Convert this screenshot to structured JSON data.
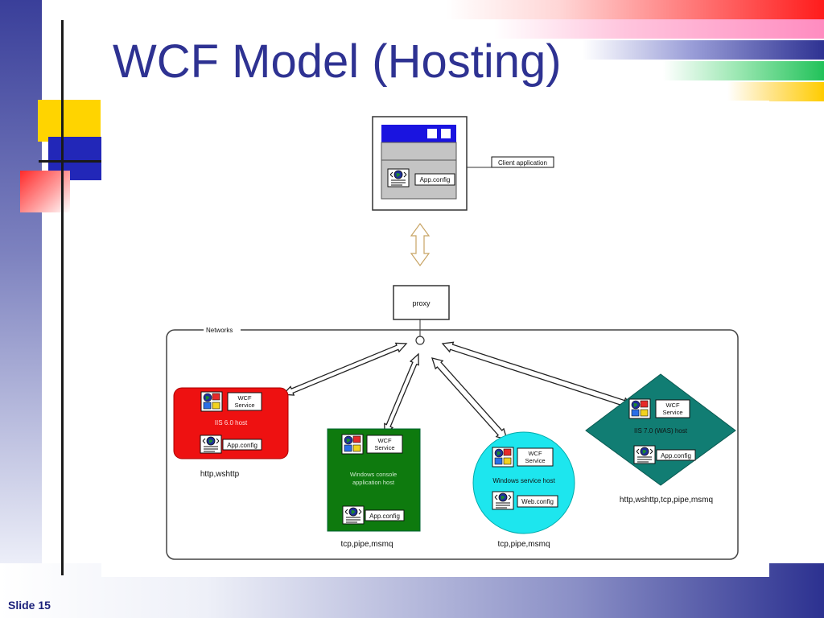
{
  "slide": {
    "title": "WCF Model (Hosting)",
    "slide_number": "Slide 15"
  },
  "colors": {
    "title": "#2e3292",
    "red_host": "#ee1111",
    "green_host": "#0e7a0e",
    "cyan_host": "#1de6ee",
    "teal_host": "#117d73",
    "client_bar": "#1a14e0"
  },
  "diagram": {
    "client": {
      "label": "Client application",
      "config": "App.config"
    },
    "proxy": "proxy",
    "networks_label": "Networks",
    "hosts": [
      {
        "id": "iis6",
        "service": [
          "WCF",
          "Service"
        ],
        "host_name": "IIS 6.0 host",
        "config": "App.config",
        "protocols": "http,wshttp"
      },
      {
        "id": "console",
        "service": [
          "WCF",
          "Service"
        ],
        "host_name": [
          "Windows console",
          "application host"
        ],
        "config": "App.config",
        "protocols": "tcp,pipe,msmq"
      },
      {
        "id": "winservice",
        "service": [
          "WCF",
          "Service"
        ],
        "host_name": "Windows service host",
        "config": "Web.config",
        "protocols": "tcp,pipe,msmq"
      },
      {
        "id": "iis7",
        "service": [
          "WCF",
          "Service"
        ],
        "host_name": "IIS 7.0  (WAS) host",
        "config": "App.config",
        "protocols": "http,wshttp,tcp,pipe,msmq"
      }
    ]
  }
}
